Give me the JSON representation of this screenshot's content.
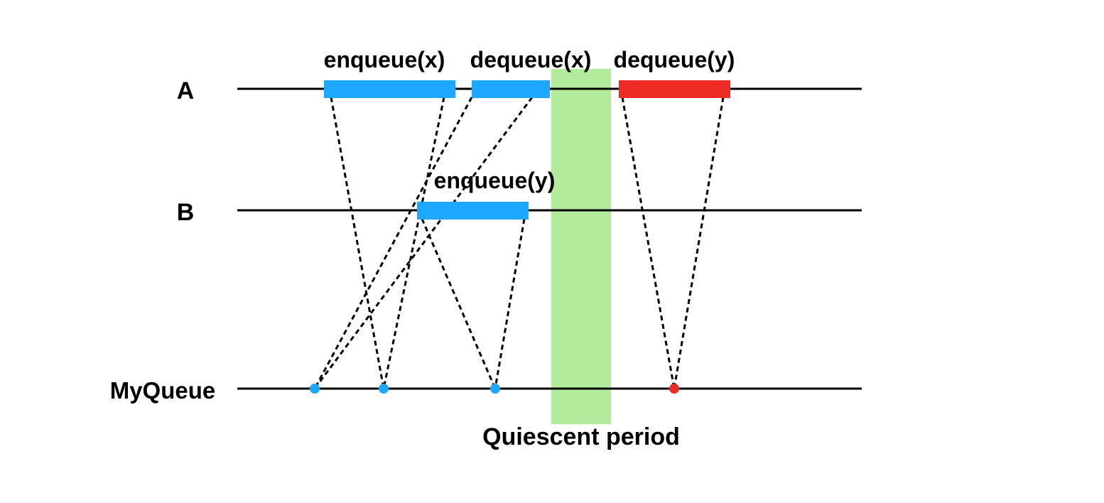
{
  "lanes": {
    "a": {
      "label": "A"
    },
    "b": {
      "label": "B"
    },
    "queue": {
      "label": "MyQueue"
    }
  },
  "operations": {
    "enqueue_x": {
      "label": "enqueue(x)",
      "lane": "A",
      "color": "#1ea7ff"
    },
    "dequeue_x": {
      "label": "dequeue(x)",
      "lane": "A",
      "color": "#1ea7ff"
    },
    "dequeue_y": {
      "label": "dequeue(y)",
      "lane": "A",
      "color": "#ee2a24"
    },
    "enqueue_y": {
      "label": "enqueue(y)",
      "lane": "B",
      "color": "#1ea7ff"
    }
  },
  "quiescent": {
    "label": "Quiescent period",
    "color": "#b3eb9d"
  },
  "colors": {
    "ok": "#1ea7ff",
    "violation": "#ee2a24",
    "timeline": "#000000"
  }
}
